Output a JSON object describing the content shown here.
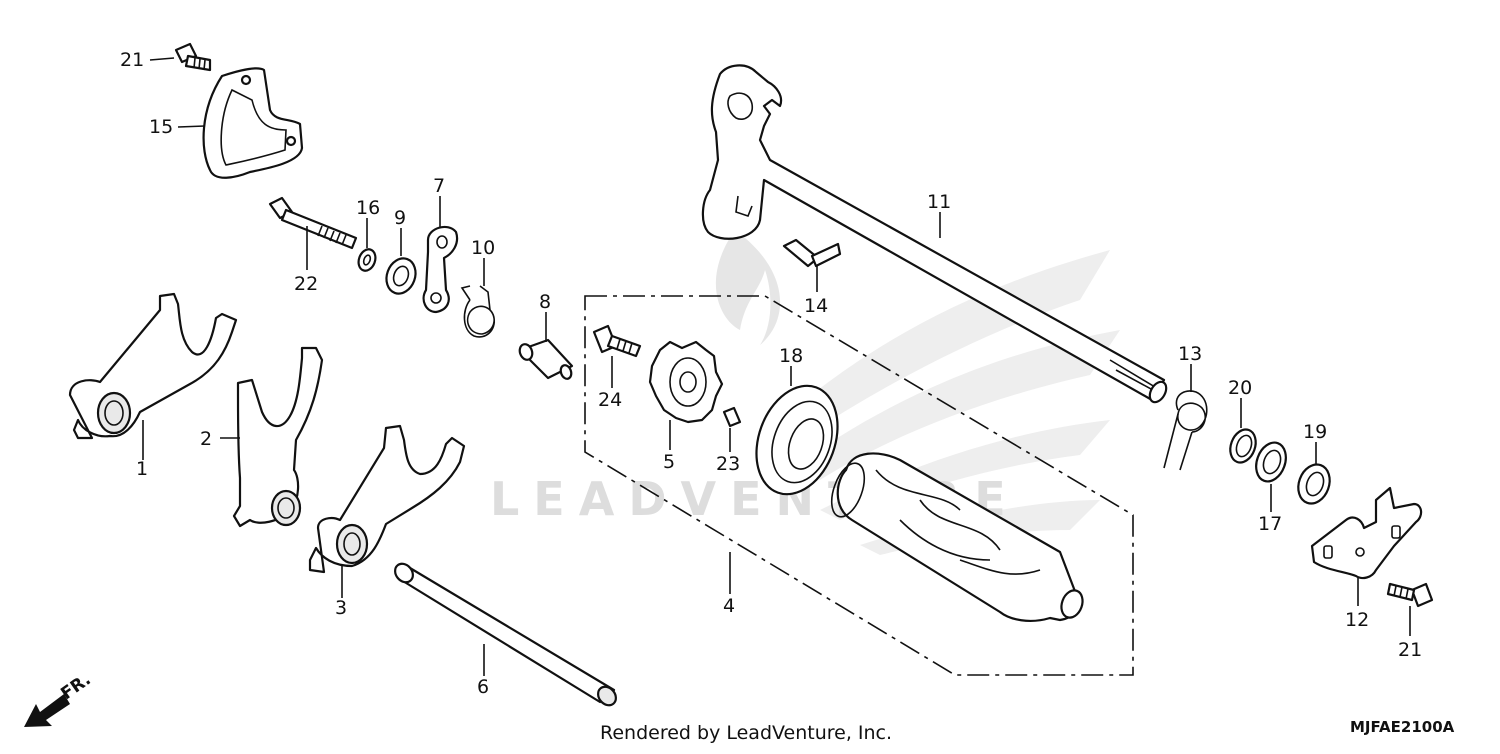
{
  "labels": {
    "p1": "1",
    "p2": "2",
    "p3": "3",
    "p4": "4",
    "p5": "5",
    "p6": "6",
    "p7": "7",
    "p8": "8",
    "p9": "9",
    "p10": "10",
    "p11": "11",
    "p12": "12",
    "p13": "13",
    "p14": "14",
    "p15": "15",
    "p16": "16",
    "p17": "17",
    "p18": "18",
    "p19": "19",
    "p20": "20",
    "p21a": "21",
    "p21b": "21",
    "p22": "22",
    "p23": "23",
    "p24": "24"
  },
  "front_arrow": "FR.",
  "credit": "Rendered by LeadVenture, Inc.",
  "diagram_code": "MJFAE2100A",
  "watermark": "LEADVENTURE",
  "colors": {
    "line": "#111111",
    "watermark": "#dddddd"
  }
}
